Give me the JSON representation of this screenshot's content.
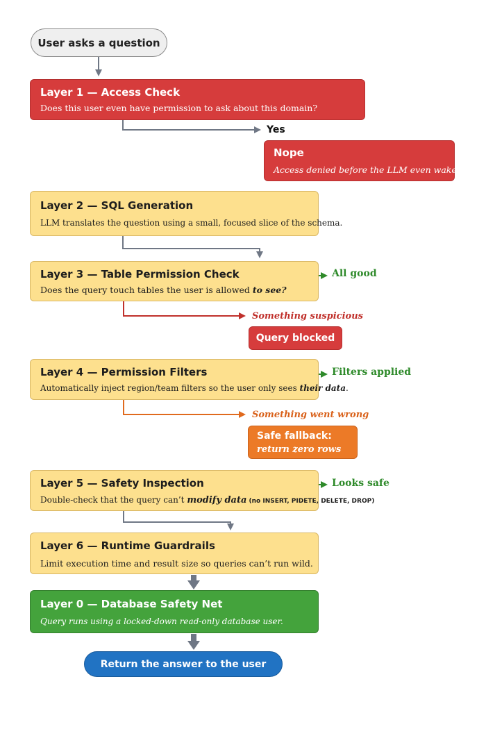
{
  "start": {
    "label": "User asks a question"
  },
  "layer1": {
    "title": "Layer 1 — Access Check",
    "desc": "Does this user even have permission to ask about this domain?"
  },
  "layer1_yes": "Yes",
  "nope": {
    "title": "Nope",
    "desc": "Access denied before the LLM even wakes up"
  },
  "layer2": {
    "title": "Layer 2 — SQL Generation",
    "desc": "LLM translates the question using a small, focused slice of the schema."
  },
  "layer3": {
    "title": "Layer 3 — Table Permission Check",
    "desc_a": "Does the query touch tables the user is allowed ",
    "desc_b": "to see?"
  },
  "layer3_ok": "All good",
  "layer3_bad": "Something suspicious",
  "blocked": {
    "label": "Query blocked"
  },
  "layer4": {
    "title": "Layer 4 — Permission Filters",
    "desc_a": "Automatically inject region/team filters so the user only sees ",
    "desc_b": "their data",
    "desc_c": "."
  },
  "layer4_ok": "Filters applied",
  "layer4_bad": "Something went wrong",
  "fallback": {
    "line1": "Safe fallback:",
    "line2": "return zero rows"
  },
  "layer5": {
    "title": "Layer 5 — Safety Inspection",
    "desc_a": "Double-check that the query can’t ",
    "desc_b": "modify data",
    "desc_c": " (no INSERT, PIDETE, DELETE, DROP)"
  },
  "layer5_ok": "Looks safe",
  "layer6": {
    "title": "Layer 6 — Runtime Guardrails",
    "desc": "Limit execution time and result size so queries can’t run wild."
  },
  "layer0": {
    "title": "Layer 0 — Database Safety Net",
    "desc": "Query runs using a locked-down read-only database user."
  },
  "end": {
    "label": "Return the answer to the user"
  },
  "colors": {
    "red": "#d63c3c",
    "yellow": "#fde08e",
    "green": "#44a33c",
    "orange": "#ec7a27",
    "blue": "#2173c3",
    "grey_line": "#6f7785"
  }
}
